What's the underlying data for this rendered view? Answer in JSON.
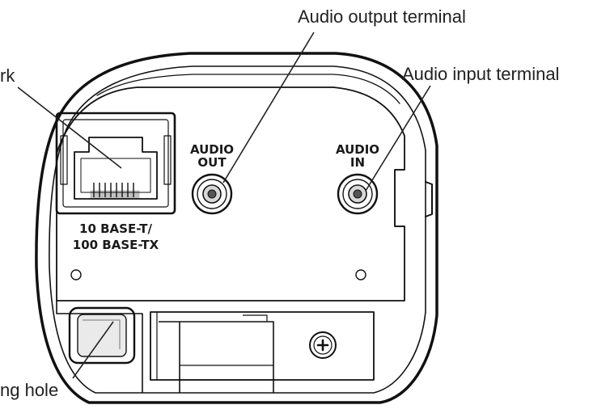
{
  "callouts": {
    "audio_output_label": "Audio output terminal",
    "audio_input_label": "Audio input terminal",
    "network_label_fragment": "rk",
    "hole_label_fragment": "ng hole"
  },
  "panel": {
    "audio_out_line1": "AUDIO",
    "audio_out_line2": "OUT",
    "audio_in_line1": "AUDIO",
    "audio_in_line2": "IN",
    "ethernet_line1": "10 BASE-T/",
    "ethernet_line2": "100 BASE-TX"
  },
  "icons": {
    "ethernet": "rj45-port-icon",
    "audio_out": "audio-jack-icon",
    "audio_in": "audio-jack-icon",
    "screw": "phillips-screw-icon"
  }
}
